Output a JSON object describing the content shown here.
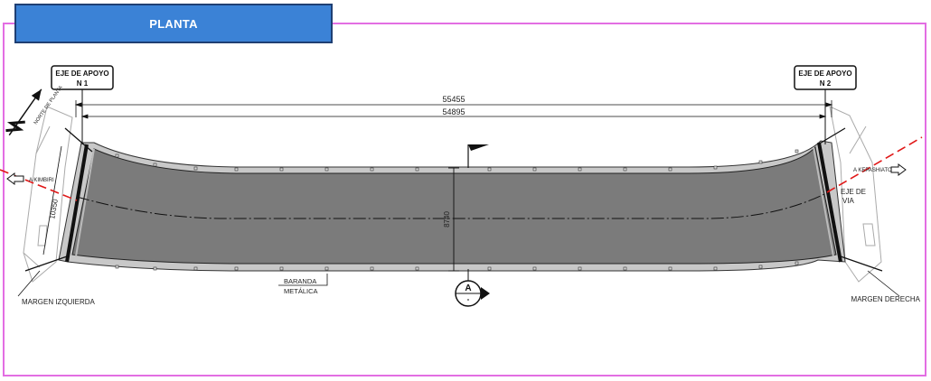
{
  "header": {
    "title": "PLANTA",
    "title_bg": "#3b82d6",
    "frame_color": "#e36ee3"
  },
  "axes": {
    "support_1": {
      "line1": "EJE DE APOYO",
      "line2": "N 1"
    },
    "support_2": {
      "line1": "EJE DE APOYO",
      "line2": "N 2"
    }
  },
  "dimensions": {
    "total_length": "55455",
    "support_length": "54895",
    "deck_width": "8740",
    "end_width": "10350"
  },
  "labels": {
    "north": "NORTE DE PLANTA",
    "to_left": "A KIMBIRI",
    "to_right": "A KEPASHIATO",
    "road_axis_1": "EJE DE",
    "road_axis_2": "VIA",
    "railing_1": "BARANDA",
    "railing_2": "METÁLICA",
    "left_bank": "MARGEN IZQUIERDA",
    "right_bank": "MARGEN DERECHA",
    "section_mark": "A"
  },
  "colors": {
    "deck": "#7b7b7b",
    "edge": "#c8c8c8",
    "cut_line": "#e01818"
  }
}
